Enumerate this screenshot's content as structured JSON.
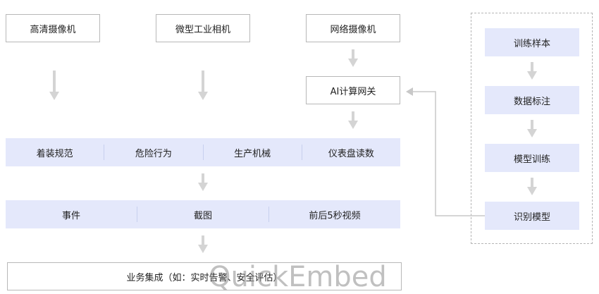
{
  "cameras": [
    {
      "label": "高清摄像机"
    },
    {
      "label": "微型工业相机"
    },
    {
      "label": "网络摄像机"
    }
  ],
  "gateway": {
    "label": "AI计算网关"
  },
  "detection": {
    "items": [
      "着装规范",
      "危险行为",
      "生产机械",
      "仪表盘读数"
    ]
  },
  "outputs": {
    "items": [
      "事件",
      "截图",
      "前后5秒视频"
    ]
  },
  "integration": {
    "label": "业务集成（如：实时告警、安全评估）"
  },
  "training": {
    "steps": [
      "训练样本",
      "数据标注",
      "模型训练",
      "识别模型"
    ]
  },
  "watermark": {
    "text": "QuickEmbed"
  },
  "colors": {
    "fill": "#e4e8fb",
    "arrow": "#d4d4d4",
    "border": "#b8b8b8"
  }
}
